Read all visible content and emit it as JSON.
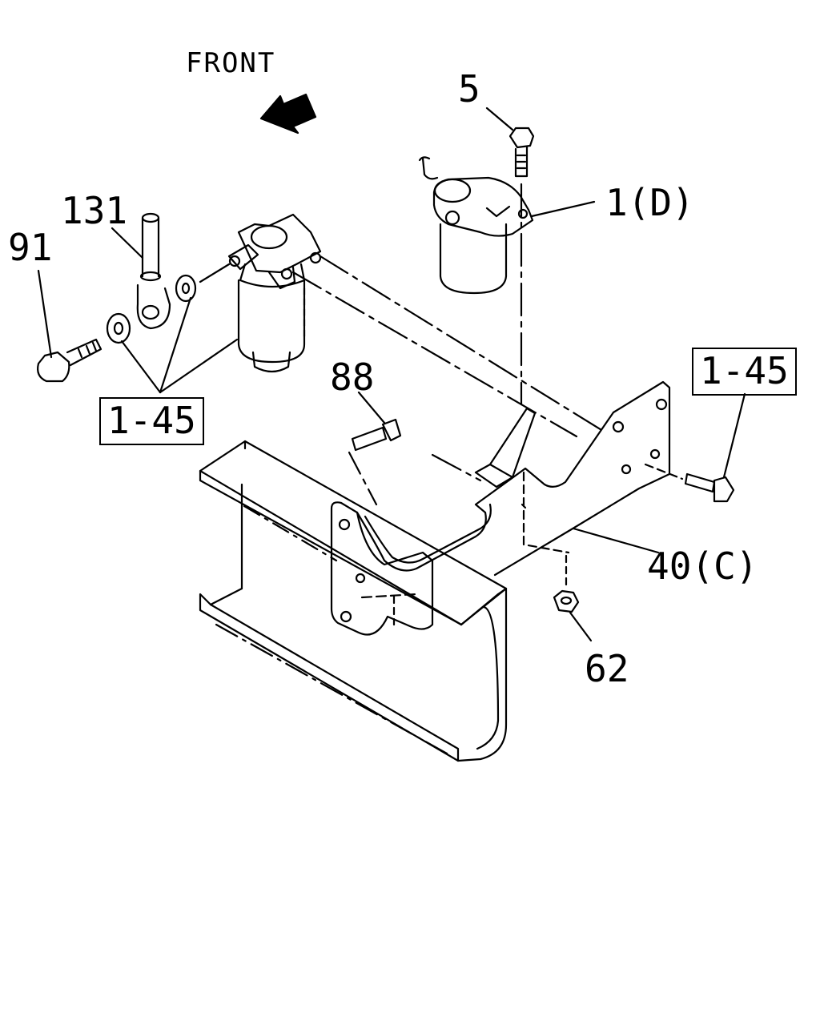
{
  "diagram": {
    "front_label": "FRONT",
    "callouts": {
      "c5": "5",
      "c1d": "1(D)",
      "c131": "131",
      "c91": "91",
      "c88": "88",
      "c40c": "40(C)",
      "c62": "62",
      "ref_left": "1-45",
      "ref_right": "1-45"
    }
  }
}
